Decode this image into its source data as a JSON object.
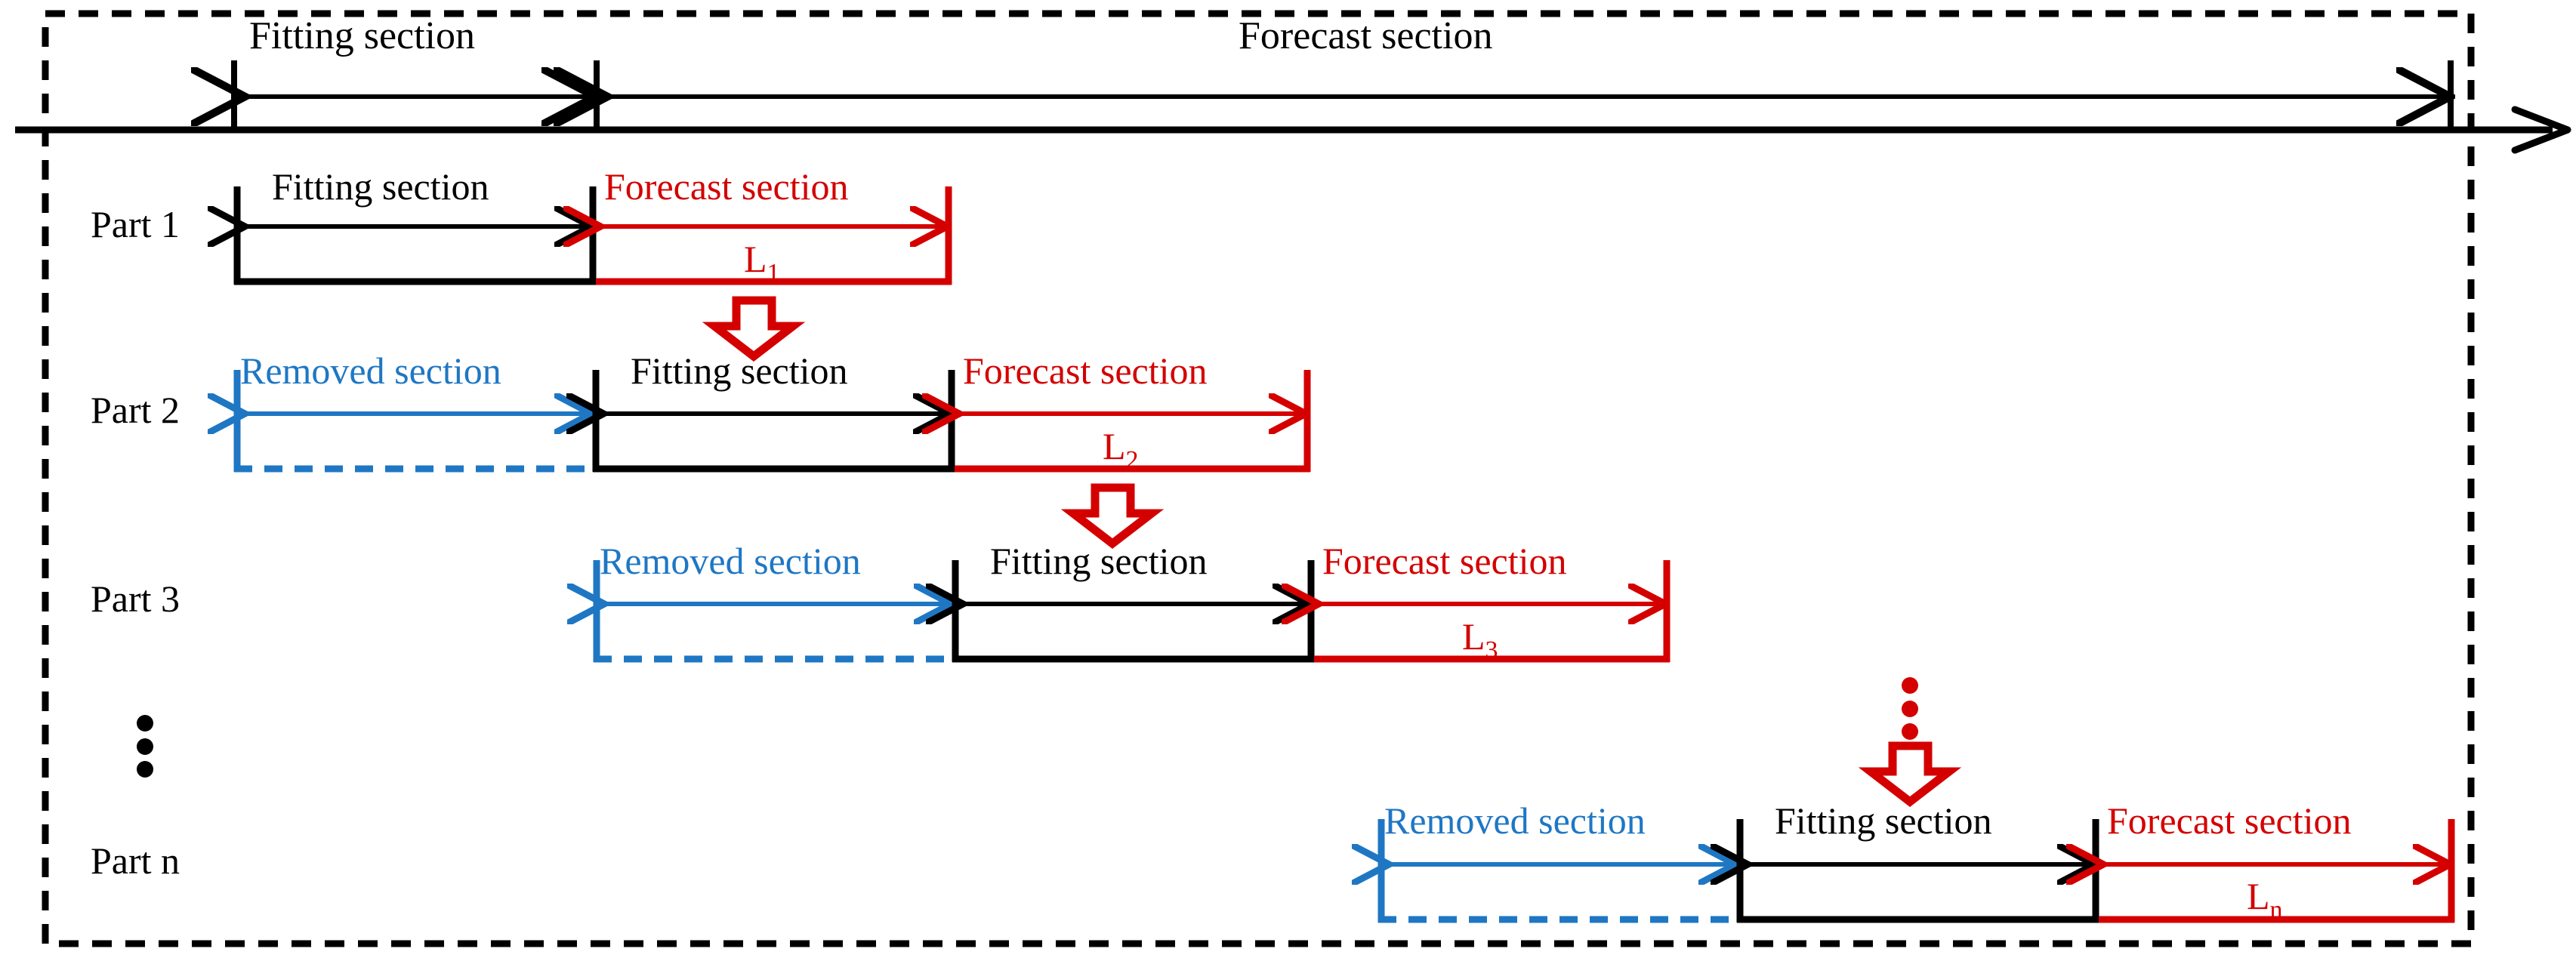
{
  "figure": {
    "type": "diagram",
    "description": "Rolling-origin forecasting scheme diagram showing successive parts with removed, fitting and forecast sections.",
    "colors": {
      "black": "#000000",
      "red": "#d40000",
      "blue": "#1f77c4",
      "background": "#ffffff"
    }
  },
  "top_axis": {
    "fitting_label": "Fitting section",
    "forecast_label": "Forecast section"
  },
  "labels": {
    "fitting_section": "Fitting section",
    "forecast_section": "Forecast section",
    "removed_section": "Removed section",
    "vertical_ellipsis": "⋮"
  },
  "rows": [
    {
      "name": "Part 1",
      "has_removed": false,
      "removed_label": "",
      "fitting_label": "Fitting section",
      "forecast_label": "Forecast section",
      "length_label": "L",
      "length_sub": "1"
    },
    {
      "name": "Part 2",
      "has_removed": true,
      "removed_label": "Removed section",
      "fitting_label": "Fitting section",
      "forecast_label": "Forecast section",
      "length_label": "L",
      "length_sub": "2"
    },
    {
      "name": "Part 3",
      "has_removed": true,
      "removed_label": "Removed section",
      "fitting_label": "Fitting section",
      "forecast_label": "Forecast section",
      "length_label": "L",
      "length_sub": "3"
    },
    {
      "name": "Part n",
      "has_removed": true,
      "removed_label": "Removed section",
      "fitting_label": "Fitting section",
      "forecast_label": "Forecast section",
      "length_label": "L",
      "length_sub": "n"
    }
  ]
}
